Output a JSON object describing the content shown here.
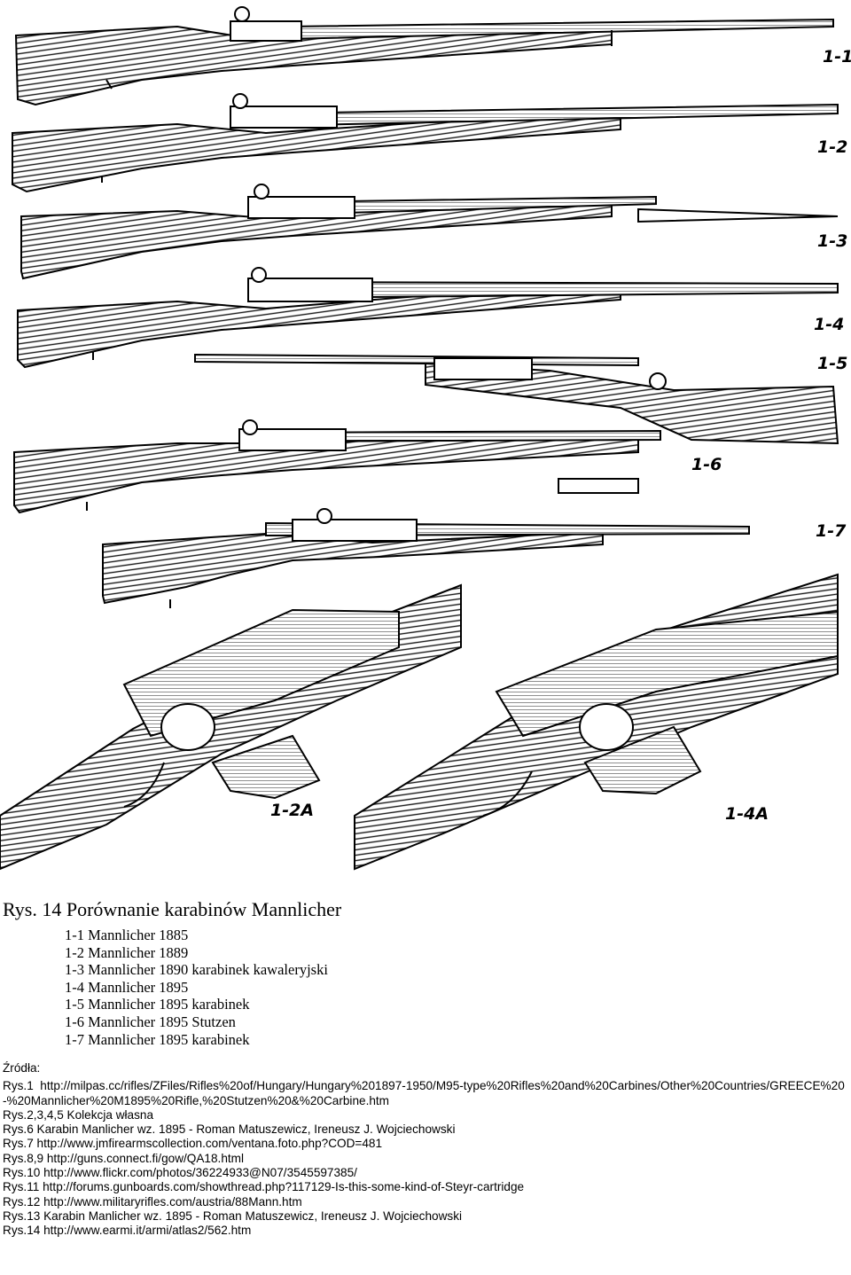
{
  "figure": {
    "labels": [
      "1-1",
      "1-2",
      "1-3",
      "1-4",
      "1-5",
      "1-6",
      "1-7",
      "1-2A",
      "1-4A"
    ]
  },
  "caption": {
    "title": "Rys. 14 Porównanie karabinów Mannlicher",
    "items": [
      "1-1 Mannlicher 1885",
      "1-2 Mannlicher 1889",
      "1-3 Mannlicher 1890 karabinek kawaleryjski",
      "1-4 Mannlicher 1895",
      "1-5 Mannlicher 1895 karabinek",
      "1-6 Mannlicher 1895 Stutzen",
      "1-7 Mannlicher 1895 karabinek"
    ]
  },
  "sources": {
    "heading": "Źródła:",
    "rows": [
      "Rys.1  http://milpas.cc/rifles/ZFiles/Rifles%20of/Hungary/Hungary%201897-1950/M95-type%20Rifles%20and%20Carbines/Other%20Countries/GREECE%20-%20Mannlicher%20M1895%20Rifle,%20Stutzen%20&%20Carbine.htm",
      "Rys.2,3,4,5 Kolekcja własna",
      "Rys.6 Karabin Manlicher wz. 1895 - Roman Matuszewicz, Ireneusz J. Wojciechowski",
      "Rys.7 http://www.jmfirearmscollection.com/ventana.foto.php?COD=481",
      "Rys.8,9 http://guns.connect.fi/gow/QA18.html",
      "Rys.10 http://www.flickr.com/photos/36224933@N07/3545597385/",
      "Rys.11 http://forums.gunboards.com/showthread.php?117129-Is-this-some-kind-of-Steyr-cartridge",
      "Rys.12 http://www.militaryrifles.com/austria/88Mann.htm",
      "Rys.13 Karabin Manlicher wz. 1895 - Roman Matuszewicz, Ireneusz J. Wojciechowski",
      "Rys.14 http://www.earmi.it/armi/atlas2/562.htm"
    ]
  }
}
